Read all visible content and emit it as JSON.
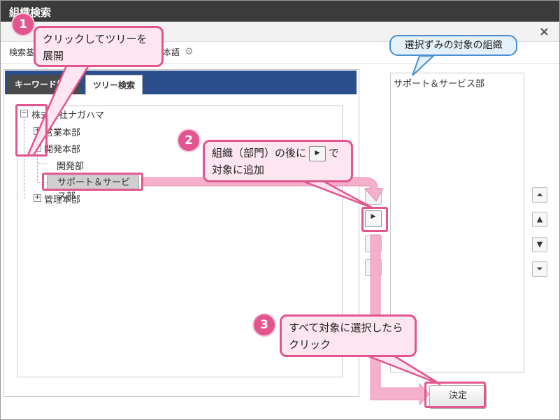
{
  "window": {
    "title": "組織検索",
    "close_icon": "×"
  },
  "toolbar": {
    "base_label": "検索基準",
    "lang_label": "本語"
  },
  "tabs": [
    {
      "label": "キーワード検索",
      "active": false
    },
    {
      "label": "ツリー検索",
      "active": true
    }
  ],
  "tree": {
    "root": "株式会社ナガハマ",
    "children": [
      {
        "label": "営業本部",
        "toggle": "+"
      },
      {
        "label": "開発本部",
        "toggle": "−"
      },
      {
        "label": "開発部"
      },
      {
        "label": "サポート＆サービス部"
      },
      {
        "label": "管理本部",
        "toggle": "+"
      }
    ],
    "root_toggle": "−"
  },
  "selected_list": {
    "items": [
      "サポート＆サービス部"
    ]
  },
  "move_buttons": [
    "⏶",
    "▲",
    "▼",
    "⏷"
  ],
  "mid_buttons": {
    "add_glyph": "▶"
  },
  "decide_button": {
    "label": "決定"
  },
  "callouts": {
    "c1": {
      "number": "1",
      "line1": "クリックしてツリーを",
      "line2": "展開"
    },
    "c2": {
      "number": "2",
      "line1_pre": "組織（部門）の後に",
      "line1_post": "で",
      "line2": "対象に追加",
      "inline_glyph": "▶"
    },
    "c3": {
      "number": "3",
      "line1": "すべて対象に選択したら",
      "line2": "クリック"
    },
    "blue": {
      "text": "選択ずみの対象の組織"
    }
  },
  "colors": {
    "accent": "#e2558f",
    "callout_bg": "#fde6f0",
    "tab_bar": "#2b4e8c",
    "title_bar": "#3b3b3b",
    "blue_callout": "#4a8fd0"
  }
}
